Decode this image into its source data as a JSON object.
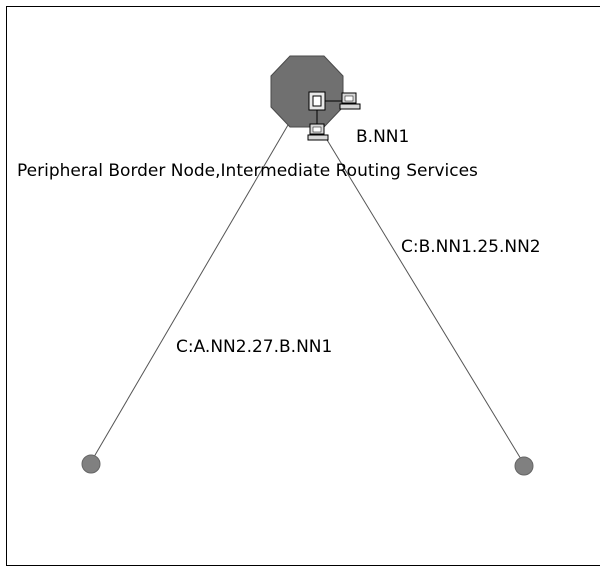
{
  "topology": {
    "central_node": {
      "name": "B.NN1",
      "role": "Peripheral Border Node,Intermediate Routing Services",
      "icon": "octagon-network-node-icon",
      "color": "#707070"
    },
    "links": [
      {
        "label": "C:A.NN2.27.B.NN1"
      },
      {
        "label": "C:B.NN1.25.NN2"
      }
    ],
    "endpoints": [
      {
        "icon": "circle-node-icon",
        "color": "#808080"
      },
      {
        "icon": "circle-node-icon",
        "color": "#808080"
      }
    ]
  }
}
